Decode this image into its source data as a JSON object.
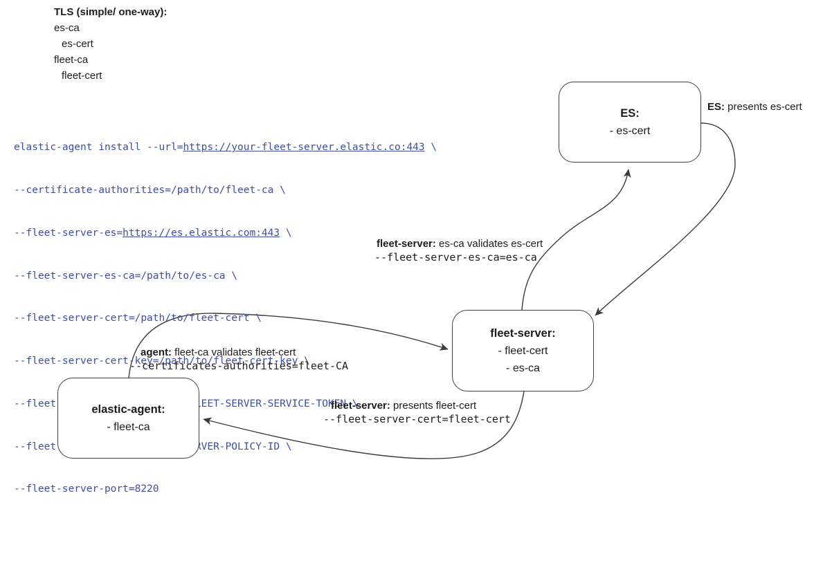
{
  "canvas": {
    "background": "#ffffff",
    "stroke_color": "#3b3b3b",
    "code_color": "#3e4da6",
    "text_color": "#1c1c1c"
  },
  "legend": {
    "title": "TLS (simple/ one-way):",
    "items": [
      "es-ca",
      "es-cert",
      "fleet-ca",
      "fleet-cert"
    ]
  },
  "code": {
    "lines": [
      {
        "pre": "elastic-agent install --url=",
        "link": "https://your-fleet-server.elastic.co:443",
        "post": " \\"
      },
      {
        "text": "--certificate-authorities=/path/to/fleet-ca \\"
      },
      {
        "pre": "--fleet-server-es=",
        "link": "https://es.elastic.com:443",
        "post": " \\"
      },
      {
        "text": "--fleet-server-es-ca=/path/to/es-ca \\"
      },
      {
        "text": "--fleet-server-cert=/path/to/fleet-cert \\"
      },
      {
        "text": "--fleet-server-cert-key=/path/to/fleet-cert-key \\"
      },
      {
        "text": "--fleet-server-service-token=FLEET-SERVER-SERVICE-TOKEN \\"
      },
      {
        "text": "--fleet-server-policy=FLEET-SERVER-POLICY-ID \\"
      },
      {
        "text": "--fleet-server-port=8220"
      }
    ]
  },
  "nodes": {
    "es": {
      "title": "ES:",
      "lines": [
        "- es-cert"
      ]
    },
    "fleet_server": {
      "title": "fleet-server:",
      "lines": [
        "- fleet-cert",
        "- es-ca"
      ]
    },
    "elastic_agent": {
      "title": "elastic-agent:",
      "lines": [
        "- fleet-ca"
      ]
    }
  },
  "edge_labels": {
    "es_presents": {
      "bold": "ES:",
      "text": " presents es-cert"
    },
    "fleet_validates_es": {
      "bold": "fleet-server:",
      "text": " es-ca validates es-cert",
      "code": "--fleet-server-es-ca=es-ca"
    },
    "agent_validates": {
      "bold": "agent:",
      "text": " fleet-ca validates fleet-cert",
      "code": "--certificates-authorities=fleet-CA"
    },
    "fleet_presents": {
      "bold": "fleet-server:",
      "text": " presents fleet-cert",
      "code": "--fleet-server-cert=fleet-cert"
    }
  }
}
